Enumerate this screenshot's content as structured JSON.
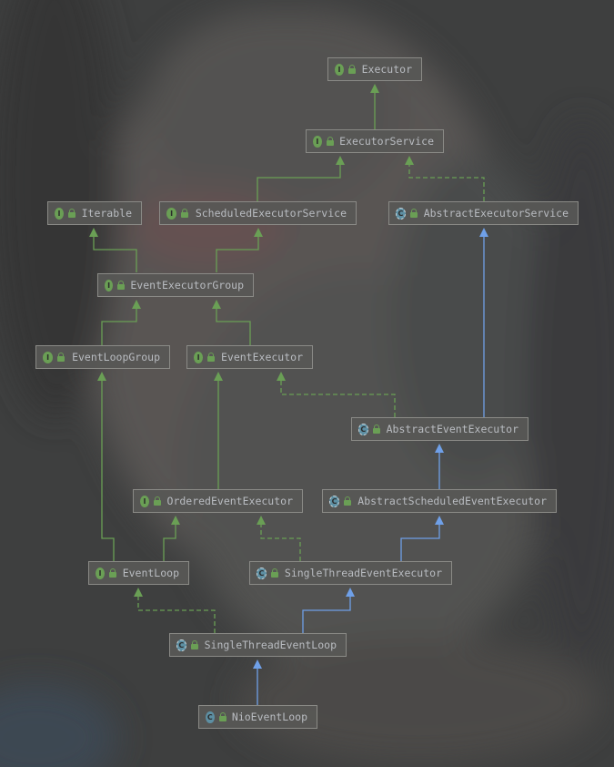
{
  "colors": {
    "background": "#3f4040",
    "node_fill": "#585856",
    "node_border": "#8a8a86",
    "text": "#b9bcc1",
    "interface_icon": "#6a9f55",
    "class_icon": "#5d8fa3",
    "extends_interface_edge": "#6a9f55",
    "extends_class_edge": "#6fa0e8",
    "implements_edge": "#6a9f55"
  },
  "nodes": [
    {
      "id": "executor",
      "label": "Executor",
      "kind": "interface",
      "icon": "I"
    },
    {
      "id": "executor-service",
      "label": "ExecutorService",
      "kind": "interface",
      "icon": "I"
    },
    {
      "id": "iterable",
      "label": "Iterable",
      "kind": "interface",
      "icon": "I"
    },
    {
      "id": "scheduled-executor-service",
      "label": "ScheduledExecutorService",
      "kind": "interface",
      "icon": "I"
    },
    {
      "id": "abstract-executor-service",
      "label": "AbstractExecutorService",
      "kind": "abstract-class",
      "icon": "C"
    },
    {
      "id": "event-executor-group",
      "label": "EventExecutorGroup",
      "kind": "interface",
      "icon": "I"
    },
    {
      "id": "event-loop-group",
      "label": "EventLoopGroup",
      "kind": "interface",
      "icon": "I"
    },
    {
      "id": "event-executor",
      "label": "EventExecutor",
      "kind": "interface",
      "icon": "I"
    },
    {
      "id": "abstract-event-executor",
      "label": "AbstractEventExecutor",
      "kind": "abstract-class",
      "icon": "C"
    },
    {
      "id": "ordered-event-executor",
      "label": "OrderedEventExecutor",
      "kind": "interface",
      "icon": "I"
    },
    {
      "id": "abstract-scheduled-event-executor",
      "label": "AbstractScheduledEventExecutor",
      "kind": "abstract-class",
      "icon": "C"
    },
    {
      "id": "event-loop",
      "label": "EventLoop",
      "kind": "interface",
      "icon": "I"
    },
    {
      "id": "single-thread-event-executor",
      "label": "SingleThreadEventExecutor",
      "kind": "abstract-class",
      "icon": "C"
    },
    {
      "id": "single-thread-event-loop",
      "label": "SingleThreadEventLoop",
      "kind": "abstract-class",
      "icon": "C"
    },
    {
      "id": "nio-event-loop",
      "label": "NioEventLoop",
      "kind": "class",
      "icon": "C"
    }
  ],
  "edges": [
    {
      "from": "executor-service",
      "to": "executor",
      "style": "extends-interface"
    },
    {
      "from": "scheduled-executor-service",
      "to": "executor-service",
      "style": "extends-interface"
    },
    {
      "from": "abstract-executor-service",
      "to": "executor-service",
      "style": "implements"
    },
    {
      "from": "event-executor-group",
      "to": "iterable",
      "style": "extends-interface"
    },
    {
      "from": "event-executor-group",
      "to": "scheduled-executor-service",
      "style": "extends-interface"
    },
    {
      "from": "event-loop-group",
      "to": "event-executor-group",
      "style": "extends-interface"
    },
    {
      "from": "event-executor",
      "to": "event-executor-group",
      "style": "extends-interface"
    },
    {
      "from": "abstract-event-executor",
      "to": "abstract-executor-service",
      "style": "extends-class"
    },
    {
      "from": "abstract-event-executor",
      "to": "event-executor",
      "style": "implements"
    },
    {
      "from": "ordered-event-executor",
      "to": "event-executor",
      "style": "extends-interface"
    },
    {
      "from": "abstract-scheduled-event-executor",
      "to": "abstract-event-executor",
      "style": "extends-class"
    },
    {
      "from": "event-loop",
      "to": "event-loop-group",
      "style": "extends-interface"
    },
    {
      "from": "event-loop",
      "to": "ordered-event-executor",
      "style": "extends-interface"
    },
    {
      "from": "single-thread-event-executor",
      "to": "abstract-scheduled-event-executor",
      "style": "extends-class"
    },
    {
      "from": "single-thread-event-executor",
      "to": "ordered-event-executor",
      "style": "implements"
    },
    {
      "from": "single-thread-event-loop",
      "to": "single-thread-event-executor",
      "style": "extends-class"
    },
    {
      "from": "single-thread-event-loop",
      "to": "event-loop",
      "style": "implements"
    },
    {
      "from": "nio-event-loop",
      "to": "single-thread-event-loop",
      "style": "extends-class"
    }
  ]
}
